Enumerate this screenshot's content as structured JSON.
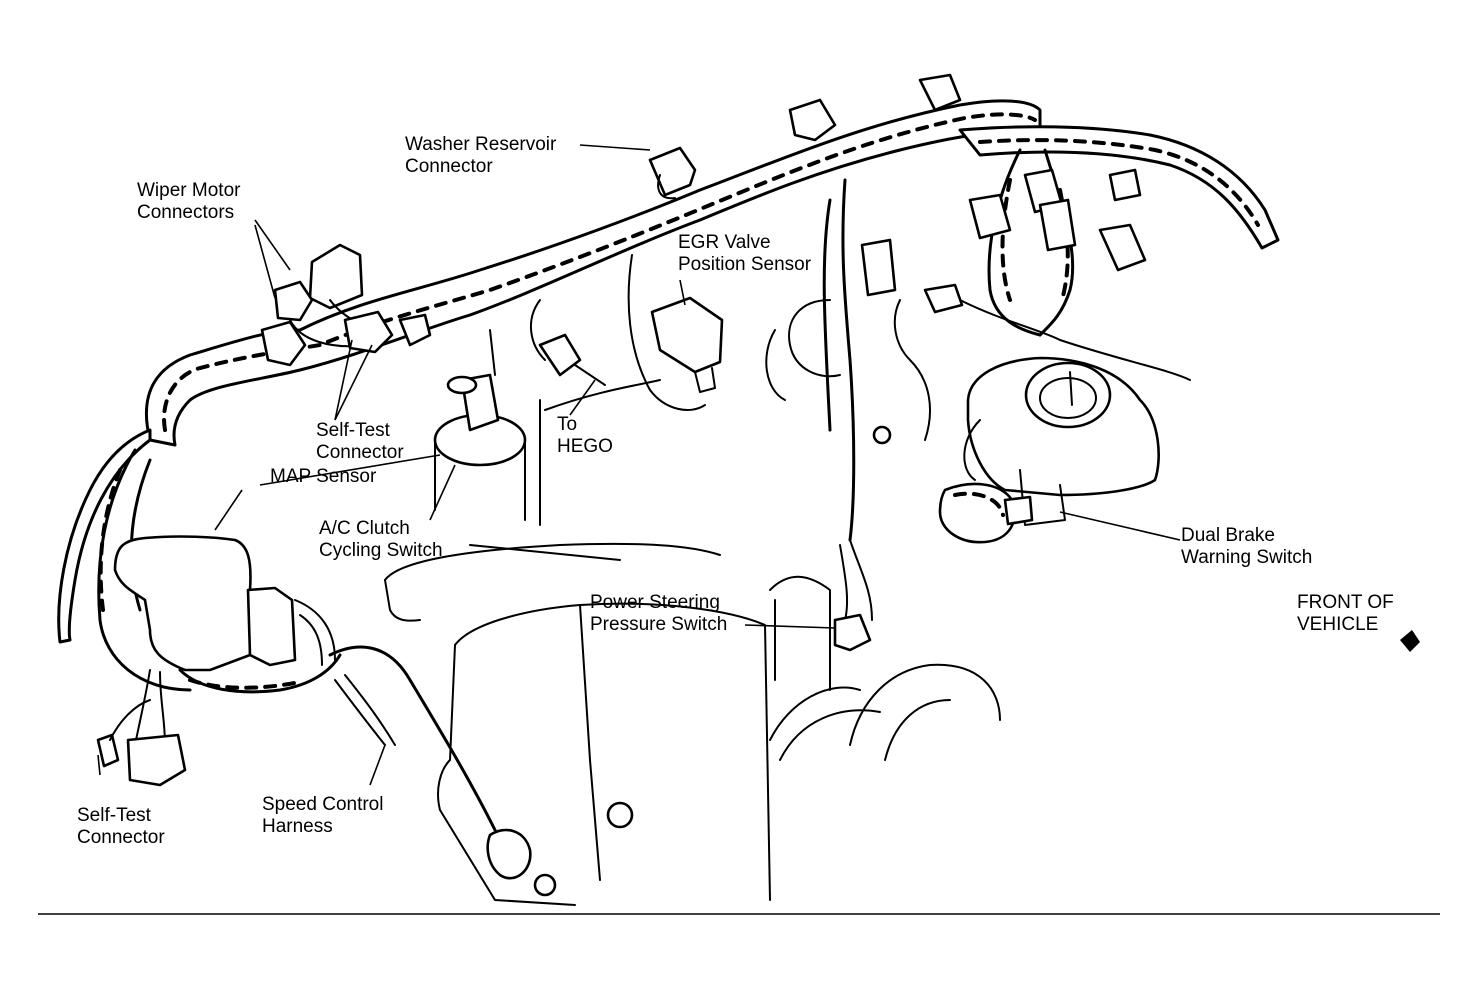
{
  "labels": {
    "washer_reservoir": [
      "Washer Reservoir",
      "Connector"
    ],
    "wiper_motor": [
      "Wiper Motor",
      "Connectors"
    ],
    "egr_valve": [
      "EGR Valve",
      "Position Sensor"
    ],
    "self_test_upper": [
      "Self-Test",
      "Connector"
    ],
    "map_sensor": [
      "MAP Sensor"
    ],
    "to_hego": [
      "To",
      "HEGO"
    ],
    "ac_clutch": [
      "A/C Clutch",
      "Cycling Switch"
    ],
    "dual_brake": [
      "Dual Brake",
      "Warning Switch"
    ],
    "front_of_vehicle": [
      "FRONT OF",
      "VEHICLE"
    ],
    "power_steering": [
      "Power Steering",
      "Pressure Switch"
    ],
    "self_test_lower": [
      "Self-Test",
      "Connector"
    ],
    "speed_control": [
      "Speed Control",
      "Harness"
    ]
  }
}
